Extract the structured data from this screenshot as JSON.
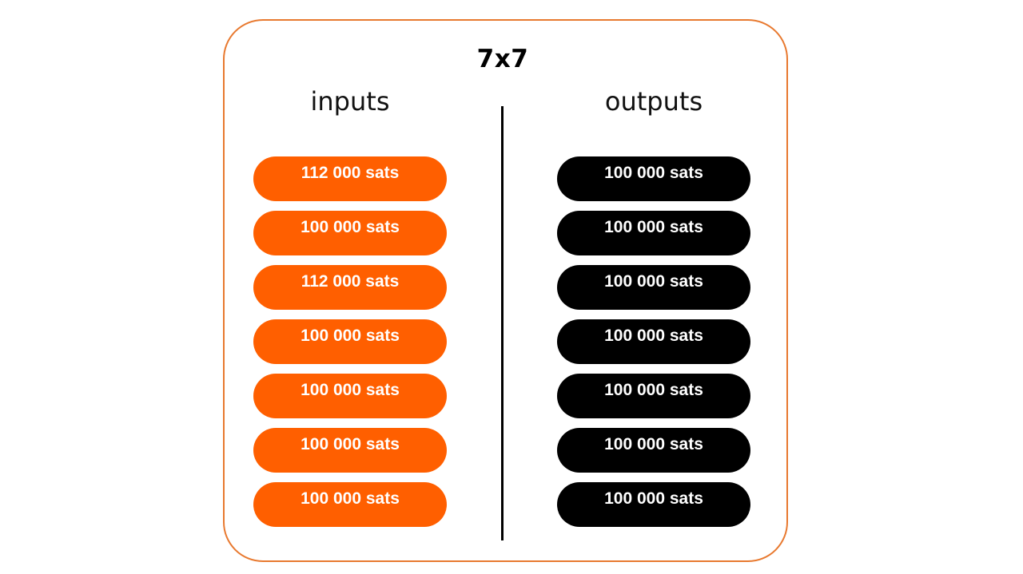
{
  "diagram": {
    "title": "7x7",
    "colors": {
      "frame_border": "#E8792F",
      "input_pill": "#FF5F00",
      "output_pill": "#000000",
      "pill_text": "#FFFFFF",
      "divider": "#000000"
    },
    "inputs": {
      "heading": "inputs",
      "items": [
        {
          "label": "112 000 sats"
        },
        {
          "label": "100 000 sats"
        },
        {
          "label": "112 000 sats"
        },
        {
          "label": "100 000 sats"
        },
        {
          "label": "100 000 sats"
        },
        {
          "label": "100 000 sats"
        },
        {
          "label": "100 000 sats"
        }
      ]
    },
    "outputs": {
      "heading": "outputs",
      "items": [
        {
          "label": "100 000 sats"
        },
        {
          "label": "100 000 sats"
        },
        {
          "label": "100 000 sats"
        },
        {
          "label": "100 000 sats"
        },
        {
          "label": "100 000 sats"
        },
        {
          "label": "100 000 sats"
        },
        {
          "label": "100 000 sats"
        }
      ]
    }
  }
}
